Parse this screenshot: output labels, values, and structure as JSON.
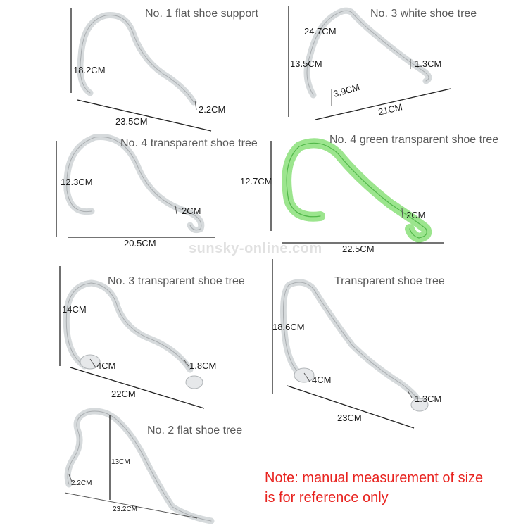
{
  "watermark": "sunsky-online.com",
  "note": "Note: manual measurement of size is for reference only",
  "panels": [
    {
      "title": "No. 1 flat shoe support",
      "dims": [
        "18.2CM",
        "23.5CM",
        "2.2CM"
      ]
    },
    {
      "title": "No. 3 white shoe tree",
      "dims": [
        "24.7CM",
        "13.5CM",
        "3.9CM",
        "1.3CM",
        "21CM"
      ]
    },
    {
      "title": "No. 4 transparent shoe tree",
      "dims": [
        "12.3CM",
        "2CM",
        "20.5CM"
      ]
    },
    {
      "title": "No. 4 green transparent shoe tree",
      "dims": [
        "12.7CM",
        "2CM",
        "22.5CM"
      ]
    },
    {
      "title": "No. 3 transparent shoe tree",
      "dims": [
        "14CM",
        "4CM",
        "1.8CM",
        "22CM"
      ]
    },
    {
      "title": "Transparent shoe tree",
      "dims": [
        "18.6CM",
        "4CM",
        "1.3CM",
        "23CM"
      ]
    },
    {
      "title": "No. 2 flat shoe tree",
      "dims": [
        "13CM",
        "2.2CM",
        "23.2CM"
      ]
    }
  ]
}
